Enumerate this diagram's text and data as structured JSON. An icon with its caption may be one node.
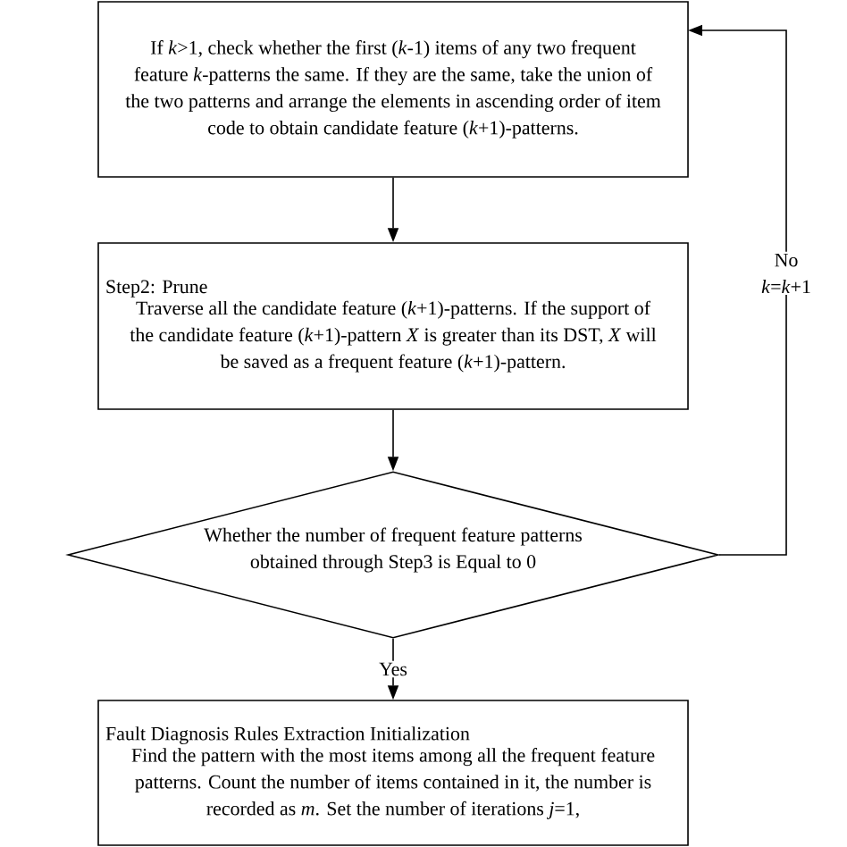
{
  "diagram": {
    "nodes": [
      {
        "text": [
          "If *k*>1, check whether the first (*k*-1) items of any two frequent feature *k*-patterns the same. If they are the same, take the union of the two patterns and arrange the elements in ascending order of item code to obtain candidate feature (*k*+1)-patterns."
        ]
      },
      {
        "text": [
          "Step2: Prune",
          "Traverse all the candidate feature (*k*+1)-patterns. If the support of the candidate feature (*k*+1)-pattern *X* is greater than its DST, *X* will be saved as a frequent feature (*k*+1)-pattern."
        ]
      },
      {
        "text": [
          "Whether the number of frequent feature patterns obtained through Step3 is Equal to 0"
        ]
      },
      {
        "text": [
          "Fault Diagnosis Rules Extraction Initialization",
          "Find the pattern with the most items among all the frequent feature patterns. Count the number of items contained in it, the number is recorded as *m*. Set the number of iterations *j*=1,"
        ]
      }
    ],
    "edges": [
      {
        "from": 0,
        "to": 1,
        "arrow": "to"
      },
      {
        "from": 1,
        "to": 2,
        "arrow": "to"
      },
      {
        "from": 2,
        "to": 3,
        "arrow": "to",
        "label": "Yes"
      },
      {
        "from": 2,
        "to": 0,
        "arrow": "to",
        "label": "No *k*=*k*+1"
      }
    ]
  }
}
